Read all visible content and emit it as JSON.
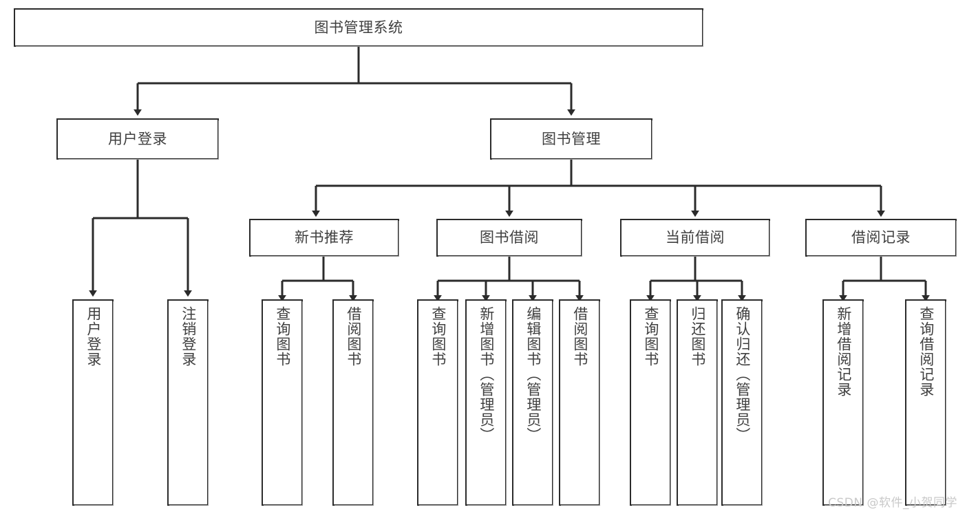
{
  "diagram": {
    "type": "tree",
    "title": "图书管理系统",
    "orientation": "top-down",
    "colors": {
      "box_border": "#2b2b2b",
      "box_fill": "#ffffff",
      "text": "#3f3f3f",
      "edge": "#2b2b2b",
      "background": "#ffffff",
      "watermark": "#c9c9c9"
    }
  },
  "root": {
    "label": "图书管理系统"
  },
  "level2": [
    {
      "label": "用户登录"
    },
    {
      "label": "图书管理"
    }
  ],
  "level3": [
    {
      "label": "新书推荐"
    },
    {
      "label": "图书借阅"
    },
    {
      "label": "当前借阅"
    },
    {
      "label": "借阅记录"
    }
  ],
  "leaves": {
    "user_login": [
      {
        "label": "用户登录"
      },
      {
        "label": "注销登录"
      }
    ],
    "new_book_recommend": [
      {
        "label": "查询图书"
      },
      {
        "label": "借阅图书"
      }
    ],
    "book_borrow": [
      {
        "label": "查询图书"
      },
      {
        "label": "新增图书（管理员）"
      },
      {
        "label": "编辑图书（管理员）"
      },
      {
        "label": "借阅图书"
      }
    ],
    "current_borrow": [
      {
        "label": "查询图书"
      },
      {
        "label": "归还图书"
      },
      {
        "label": "确认归还（管理员）"
      }
    ],
    "borrow_record": [
      {
        "label": "新增借阅记录"
      },
      {
        "label": "查询借阅记录"
      }
    ]
  },
  "watermark": {
    "text": "CSDN @软件_小贺同学"
  }
}
